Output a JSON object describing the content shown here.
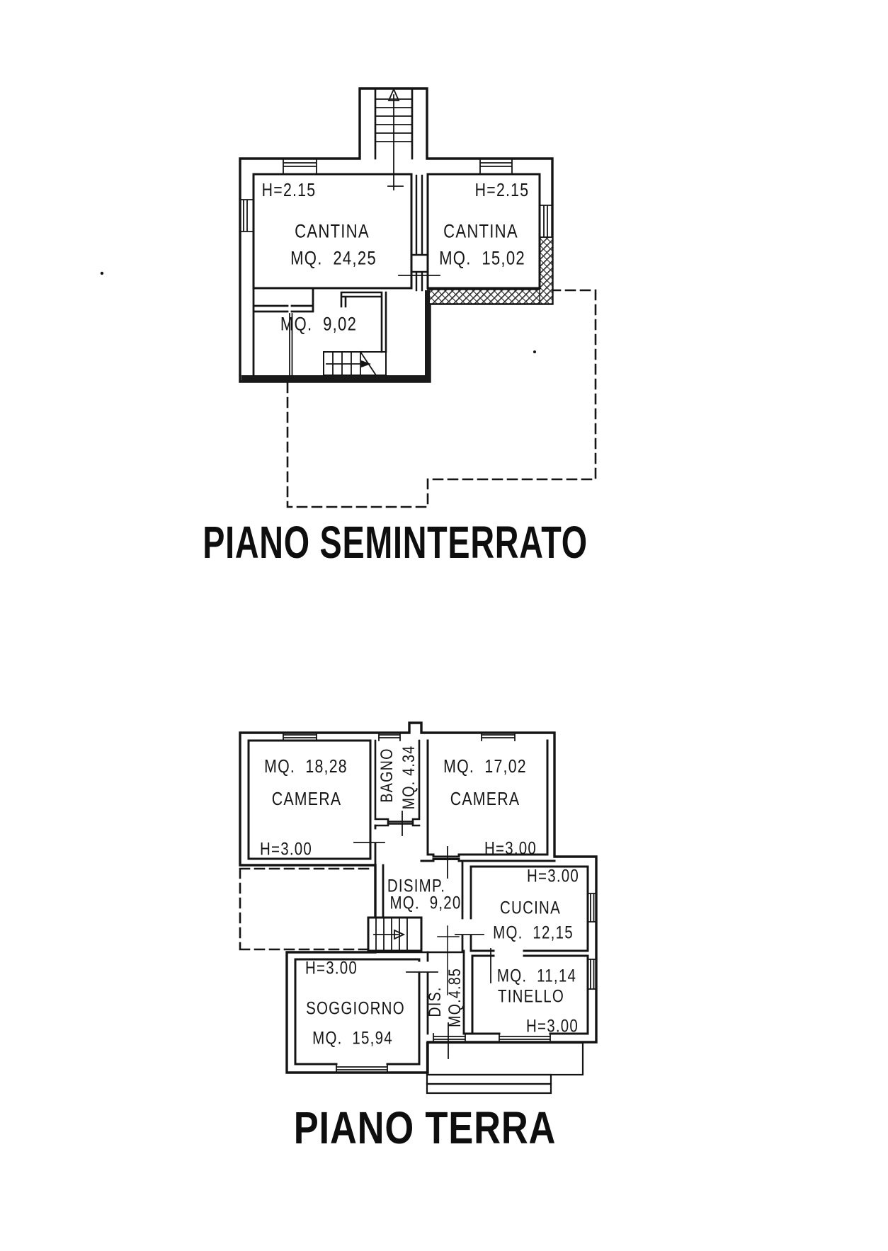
{
  "style": {
    "ink": "#141414",
    "paper": "#ffffff"
  },
  "basement": {
    "title": "PIANO SEMINTERRATO",
    "labels": {
      "h_left": "H=2.15",
      "cantina1_name": "CANTINA",
      "cantina1_area": "MQ.  24,25",
      "h_right": "H=2.15",
      "cantina2_name": "CANTINA",
      "cantina2_area": "MQ.  15,02",
      "store_area": "MQ.  9,02"
    }
  },
  "ground": {
    "title": "PIANO TERRA",
    "labels": {
      "camera1_area": "MQ.  18,28",
      "camera1_name": "CAMERA",
      "camera1_height": "H=3.00",
      "bagno_name": "BAGNO",
      "bagno_area": "MQ. 4.34",
      "camera2_area": "MQ.  17,02",
      "camera2_name": "CAMERA",
      "camera2_height": "H=3.00",
      "disimp_name": "DISIMP.",
      "disimp_area": "MQ.  9,20",
      "cucina_height": "H=3.00",
      "cucina_name": "CUCINA",
      "cucina_area": "MQ.  12,15",
      "tinello_area": "MQ.  11,14",
      "tinello_name": "TINELLO",
      "tinello_height": "H=3.00",
      "soggiorno_height": "H=3.00",
      "soggiorno_name": "SOGGIORNO",
      "soggiorno_area": "MQ.  15,94",
      "dis_name": "DIS.",
      "dis_area": "MQ.4.85"
    }
  }
}
